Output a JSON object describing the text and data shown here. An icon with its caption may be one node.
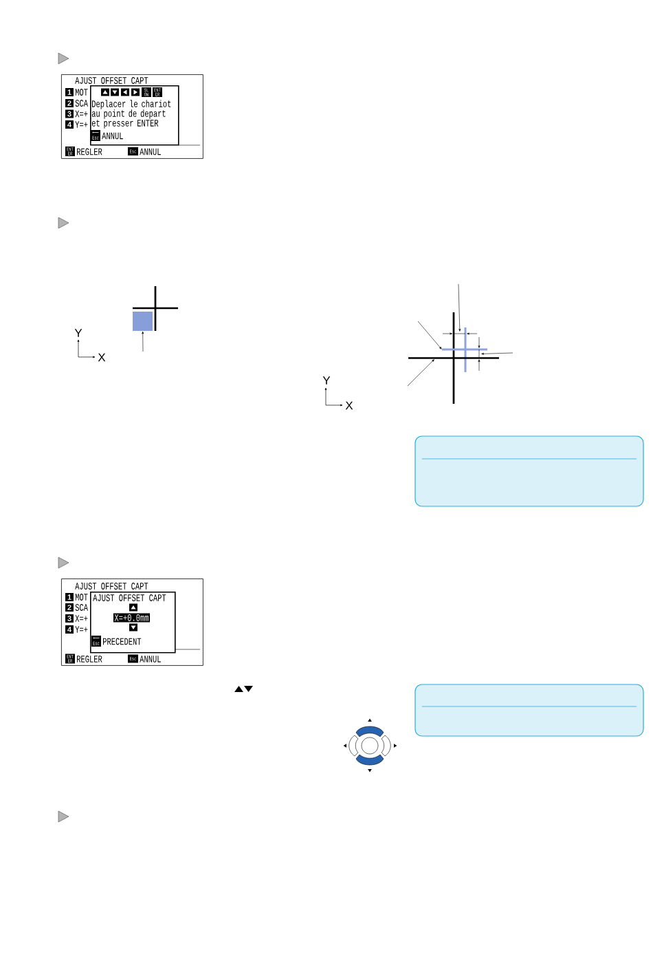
{
  "diagram": {
    "nodes": [
      {
        "text": [
          "AJUST OFFSET CAPT",
          "1",
          "MOT",
          "2",
          "SCA",
          "3",
          "X=+",
          "4",
          "Y=+",
          "ENT ER",
          "REGLER",
          "Esc",
          "ANNUL"
        ]
      },
      {
        "text": [
          "SL OW",
          "ENT ER",
          "Deplacer le chariot au point de depart et presser ENTER",
          "Esc",
          "ANNUL"
        ],
        "in": 0
      },
      {
        "text": [],
        "shape": "box"
      },
      {
        "text": [],
        "shape": "line"
      },
      {
        "text": [],
        "shape": "line"
      },
      {
        "text": [],
        "shape": "line"
      },
      {
        "text": [],
        "shape": "line"
      },
      {
        "text": [
          "AJUST OFFSET CAPT",
          "1",
          "MOT",
          "2",
          "SCA",
          "3",
          "X=+",
          "4",
          "Y=+",
          "ENT ER",
          "REGLER",
          "Esc",
          "ANNUL"
        ]
      },
      {
        "text": [
          "AJUST OFFSET CAPT",
          "X=+0.0mm",
          "Esc",
          "PRECEDENT"
        ],
        "in": 7
      }
    ],
    "edges": [
      {
        "from": null,
        "to": 2,
        "arrow": "to"
      },
      {
        "from": null,
        "to": 4,
        "arrow": "to"
      },
      {
        "from": null,
        "to": 3,
        "arrow": "to"
      },
      {
        "from": null,
        "to": 5,
        "arrow": "to"
      },
      {
        "from": null,
        "to": 6,
        "arrow": "to"
      }
    ],
    "labels": [
      "Y",
      "X",
      "Y",
      "X"
    ]
  }
}
